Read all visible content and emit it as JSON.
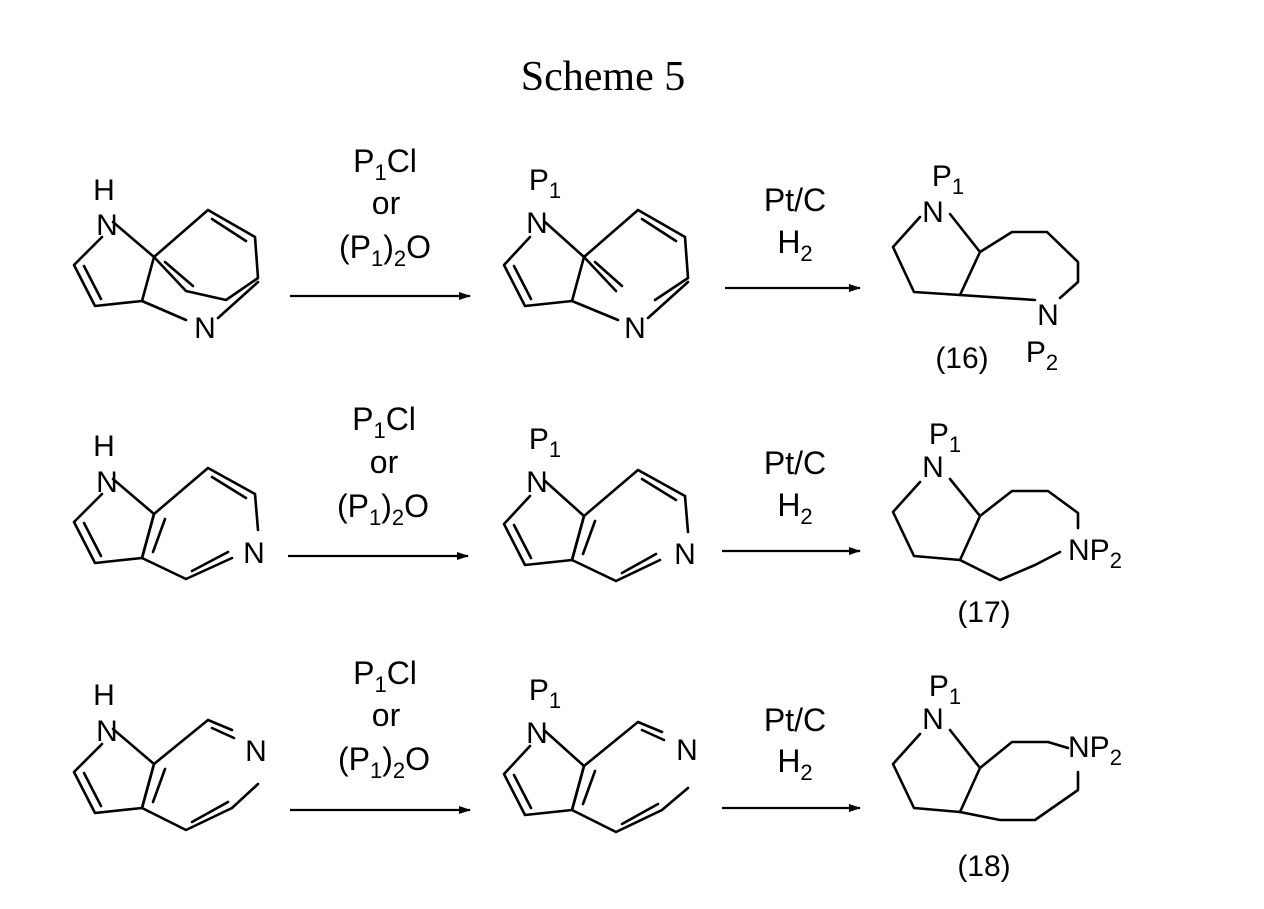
{
  "title": "Scheme 5",
  "atoms": {
    "N": "N",
    "H": "H",
    "P": "P",
    "one": "1",
    "two": "2",
    "nitro_p2": "NP"
  },
  "reagents_step1": {
    "line1_main": "P",
    "line1_sub": "1",
    "line1_tail": "Cl",
    "line2": "or",
    "line3_open": "(P",
    "line3_sub1": "1",
    "line3_close": ")",
    "line3_sub2": "2",
    "line3_tail": "O"
  },
  "reagents_step2": {
    "line1": "Pt/C",
    "line2_main": "H",
    "line2_sub": "2"
  },
  "compounds": [
    {
      "row": 1,
      "label": "(16)"
    },
    {
      "row": 2,
      "label": "(17)"
    },
    {
      "row": 3,
      "label": "(18)"
    }
  ]
}
